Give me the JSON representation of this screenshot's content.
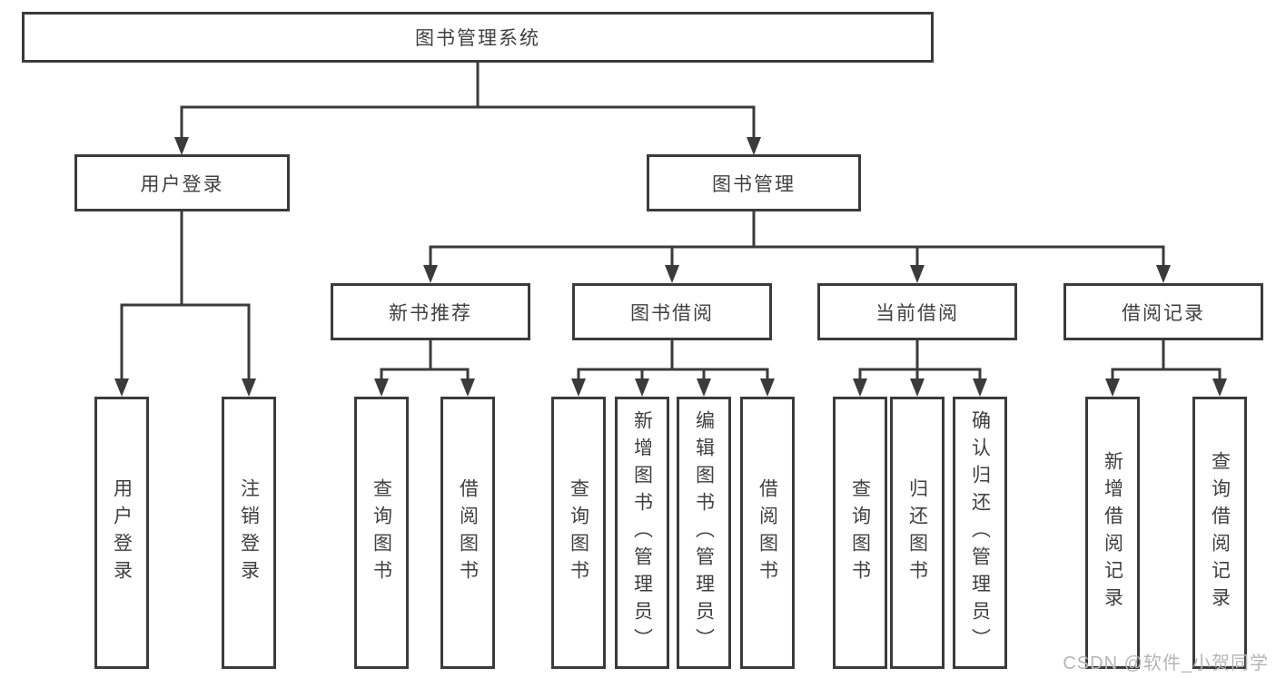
{
  "diagram": {
    "root": {
      "label": "图书管理系统"
    },
    "branches": [
      {
        "label": "用户登录",
        "leaves": [
          {
            "label": "用户登录"
          },
          {
            "label": "注销登录"
          }
        ]
      },
      {
        "label": "图书管理",
        "groups": [
          {
            "label": "新书推荐",
            "leaves": [
              {
                "label": "查询图书"
              },
              {
                "label": "借阅图书"
              }
            ]
          },
          {
            "label": "图书借阅",
            "leaves": [
              {
                "label": "查询图书"
              },
              {
                "label": "新增图书（管理员）"
              },
              {
                "label": "编辑图书（管理员）"
              },
              {
                "label": "借阅图书"
              }
            ]
          },
          {
            "label": "当前借阅",
            "leaves": [
              {
                "label": "查询图书"
              },
              {
                "label": "归还图书"
              },
              {
                "label": "确认归还（管理员）"
              }
            ]
          },
          {
            "label": "借阅记录",
            "leaves": [
              {
                "label": "新增借阅记录"
              },
              {
                "label": "查询借阅记录"
              }
            ]
          }
        ]
      }
    ]
  },
  "watermark": {
    "text": "CSDN @软件_小贺同学"
  },
  "colors": {
    "line": "#3b3b3b",
    "text": "#404040",
    "watermark": "#b5b5b5",
    "background": "#ffffff"
  }
}
